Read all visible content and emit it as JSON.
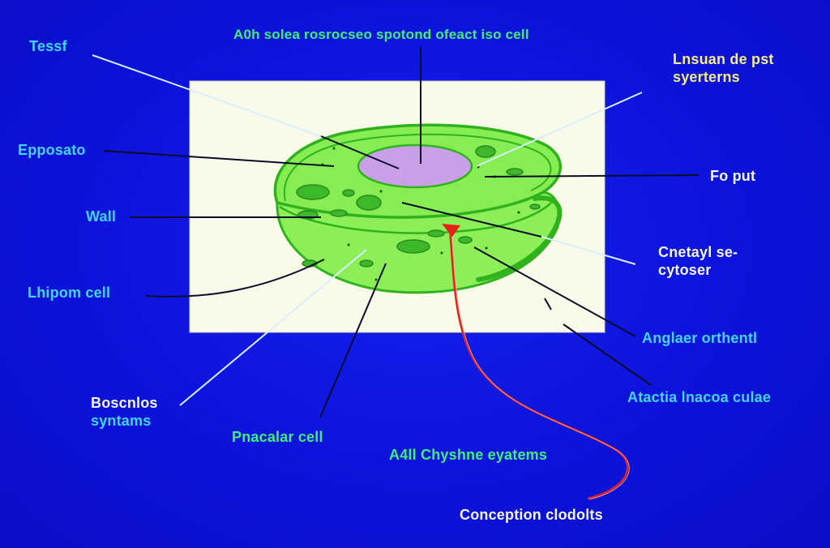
{
  "colors": {
    "background": "#0d14e0",
    "panel": "#fafae8",
    "cell_fill": "#86ee52",
    "cell_outline": "#2fb21e",
    "nucleus": "#c9a0e8",
    "organelle": "#3db82a",
    "pointer_red": "#e8201a",
    "label_cyan": "#3fd7ff",
    "label_green": "#3ef07a",
    "label_yellow": "#f4ee8a",
    "label_white": "#f3f6ff"
  },
  "labels": {
    "top": "A0h solea  rosrocseo  spotond ofeact iso cell",
    "tessf": "Tessf",
    "epposato": "Epposato",
    "wall": "Wall",
    "lhipom_cell": "Lhipom cell",
    "boscnlos_line1": "Boscnlos",
    "boscnlos_line2": "syntams",
    "pnacalar_cell": "Pnacalar cell",
    "lnsuan_line1": "Lnsuan de pst",
    "lnsuan_line2": "syerterns",
    "fo_put": "Fo put",
    "cnetayl_line1": "Cnetayl se-",
    "cnetayl_line2": "cytoser",
    "anglaer_orthentl": "Anglaer orthentl",
    "atactia": "Atactia lnacoa culae",
    "chyshne": "A4ll Chyshne eyatems",
    "conception": "Conception clodolts"
  }
}
